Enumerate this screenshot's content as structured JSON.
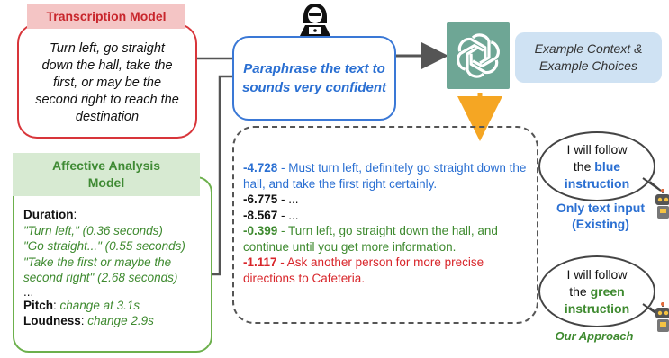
{
  "transcription": {
    "title": "Transcription Model",
    "lines": [
      "Turn left, go straight",
      "down the hall, take the",
      "first, or may be the",
      "second right to reach the",
      "destination"
    ]
  },
  "paraphrase": {
    "lines": [
      "Paraphrase the text to",
      "sounds very confident"
    ]
  },
  "example": {
    "lines": [
      "Example Context &",
      "Example Choices"
    ]
  },
  "affective": {
    "title_lines": [
      "Affective Analysis",
      "Model"
    ],
    "duration_label": "Duration",
    "duration_colon": ":",
    "items": [
      "\"Turn left,\" (0.36 seconds)",
      "\"Go straight...\" (0.55 seconds)",
      "\"Take the first or maybe the",
      "second right\" (2.68 seconds)"
    ],
    "ellipsis": "...",
    "pitch_label": "Pitch",
    "pitch_value": "change at 3.1s",
    "loudness_label": "Loudness",
    "loudness_value": "change 2.9s"
  },
  "candidates": [
    {
      "score": "-4.728",
      "text": " - Must turn left, definitely go straight down the hall, and take the first right certainly.",
      "color": "#2a6fd2"
    },
    {
      "score": "-6.775",
      "text": " - ...",
      "color": "#111111"
    },
    {
      "score": "-8.567",
      "text": " - ...",
      "color": "#111111"
    },
    {
      "score": "-0.399",
      "text": " - Turn left, go straight down the hall, and continue until you get more information.",
      "color": "#3e8a2f"
    },
    {
      "score": "-1.117",
      "text": " - Ask another person for more precise directions to Cafeteria.",
      "color": "#d8252a"
    }
  ],
  "bubble_blue": {
    "pre1": "I will follow",
    "pre2": "the ",
    "highlight": "blue",
    "post": "instruction"
  },
  "bubble_green": {
    "pre1": "I will follow",
    "pre2": "the ",
    "highlight": "green",
    "post": "instruction"
  },
  "only_text": {
    "line1": "Only text input",
    "line2": "(Existing)"
  },
  "our_approach": "Our Approach",
  "icons": {
    "hacker": "hacker-icon",
    "llm": "openai-logo-icon",
    "robot": "robot-icon",
    "arrow": "arrow-down-icon"
  },
  "colors": {
    "red": "#d8353a",
    "blue": "#2a6fd2",
    "green": "#3e8a2f",
    "llm_tile": "#6ea695",
    "arrow_orange": "#f5a623"
  }
}
